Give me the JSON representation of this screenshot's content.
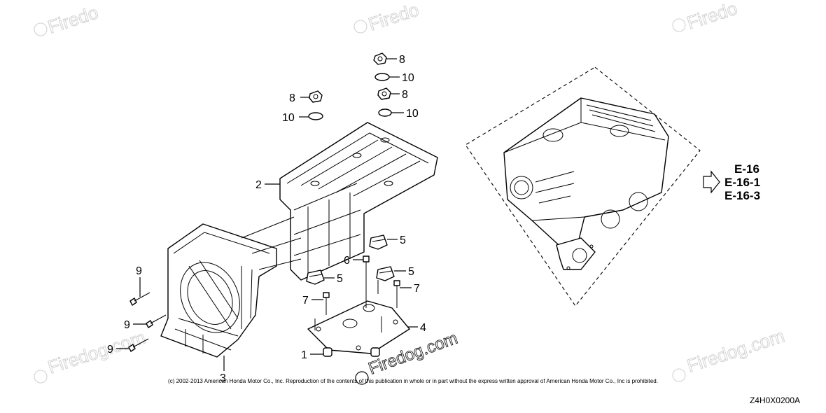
{
  "watermark": {
    "brand": "Firedog.com",
    "brand_short": "Firedog",
    "brand_partial": "Firedo"
  },
  "callouts": {
    "nut_top_1": "8",
    "washer_top_1": "10",
    "nut_top_2": "8",
    "washer_top_2": "10",
    "nut_left": "8",
    "washer_left": "10",
    "bracket_2": "2",
    "rubber_5_upper": "5",
    "rubber_5_mid": "5",
    "rubber_5_left": "5",
    "bolt_6": "6",
    "bolt_7_right": "7",
    "bolt_7_left": "7",
    "plate_4": "4",
    "collar_1": "1",
    "bolt_9_top": "9",
    "bolt_9_mid": "9",
    "bolt_9_bottom": "9",
    "bracket_3": "3"
  },
  "references": [
    "E-16",
    "E-16-1",
    "E-16-3"
  ],
  "copyright": "(c) 2002-2013 American Honda Motor Co., Inc. Reproduction of the contents of this publication in whole or in part without the express written approval of American Honda Motor Co., Inc is prohibited.",
  "diagram_code": "Z4H0X0200A"
}
